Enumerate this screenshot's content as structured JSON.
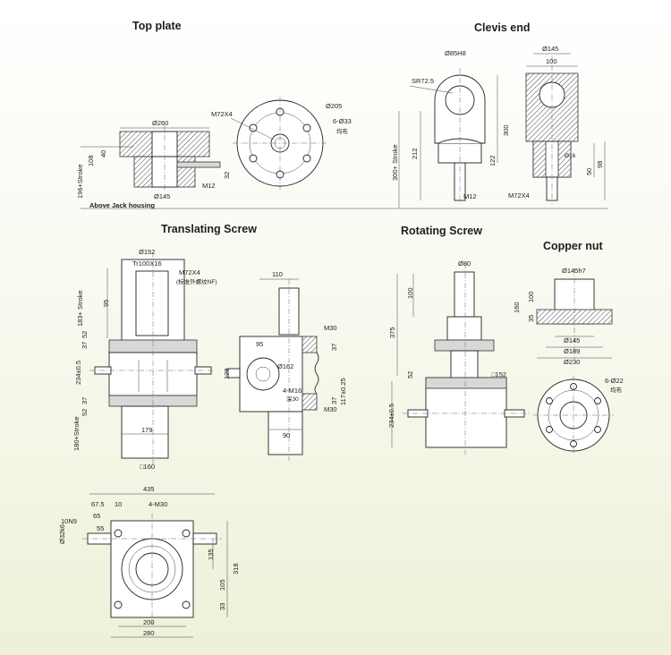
{
  "sections": {
    "top_plate": {
      "title": "Top plate",
      "dims": {
        "d260": "Ø260",
        "h40": "40",
        "h108": "108",
        "stroke": "196+Stroke",
        "m72": "M72X4",
        "d205": "Ø205",
        "holes": "6-Ø33",
        "even": "均布",
        "h32": "32",
        "m12": "M12",
        "d145": "Ø145",
        "above": "Above Jack housing"
      }
    },
    "clevis_end": {
      "title": "Clevis end",
      "dims": {
        "d85": "Ø85H8",
        "sr": "SR72.5",
        "h212": "212",
        "h300": "300",
        "h122": "122",
        "stroke": "300+ Stroke",
        "m12": "M12",
        "m72": "M72X4",
        "d145": "Ø145",
        "w100": "100",
        "h50": "50",
        "h98": "98",
        "small": "Ø16"
      }
    },
    "translating_screw": {
      "title": "Translating Screw",
      "dims": {
        "d152": "Ø152",
        "tr": "Tr100X16",
        "m72": "M72X4",
        "note": "(标准外螺纹NF)",
        "h95": "95",
        "stroke183": "183+ Stroke",
        "h37a": "37",
        "h52a": "52",
        "h234": "234±0.5",
        "h37b": "37",
        "h52b": "52",
        "stroke180": "180+Stroke",
        "w179": "179",
        "sq160": "□160",
        "w110": "110",
        "m30a": "M30",
        "h37c": "37",
        "w95": "95",
        "h128": "128",
        "d162": "Ø162",
        "m16": "4-M16",
        "depth": "深30",
        "h37d": "37",
        "h117": "117±0.25",
        "m30b": "M30",
        "w90": "90"
      }
    },
    "rotating_screw": {
      "title": "Rotating Screw",
      "dims": {
        "d80": "Ø80",
        "h100": "100",
        "h375": "375",
        "h52": "52",
        "sq152": "□152",
        "h234": "234±0.5"
      }
    },
    "copper_nut": {
      "title": "Copper nut",
      "dims": {
        "d145h7": "Ø145h7",
        "h100": "100",
        "h160": "160",
        "h35": "35",
        "d145": "Ø145",
        "d189": "Ø189",
        "d230": "Ø230",
        "holes": "6-Ø22",
        "even": "均布"
      }
    },
    "base_view": {
      "dims": {
        "w435": "435",
        "w67": "67.5",
        "w10": "10",
        "m30": "4-M30",
        "w65": "65",
        "w55": "55",
        "key": "10N9",
        "shaft": "Ø32k6",
        "h135": "135",
        "h318": "318",
        "h105": "105",
        "h33": "33",
        "w200": "200",
        "w280": "280"
      }
    }
  },
  "colors": {
    "background": "#f7f8ec",
    "line": "#222222"
  }
}
